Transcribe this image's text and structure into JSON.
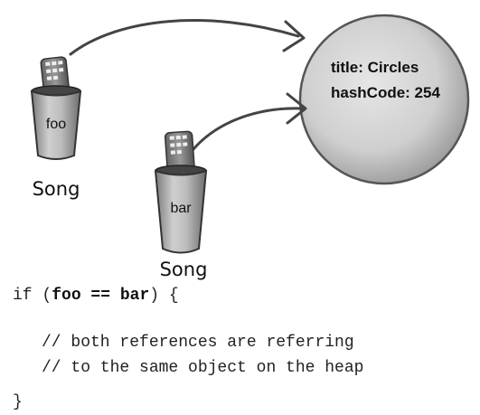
{
  "refs": {
    "foo": {
      "name": "foo",
      "type": "Song"
    },
    "bar": {
      "name": "bar",
      "type": "Song"
    }
  },
  "object": {
    "title_line": "title: Circles",
    "hash_line": "hashCode: 254"
  },
  "code": {
    "if_kw": "if (",
    "foo": "foo",
    "eq": " == ",
    "bar": "bar",
    "close": ") {",
    "comment1": "// both references are referring",
    "comment2": "// to the same object on the heap",
    "end": "}"
  }
}
